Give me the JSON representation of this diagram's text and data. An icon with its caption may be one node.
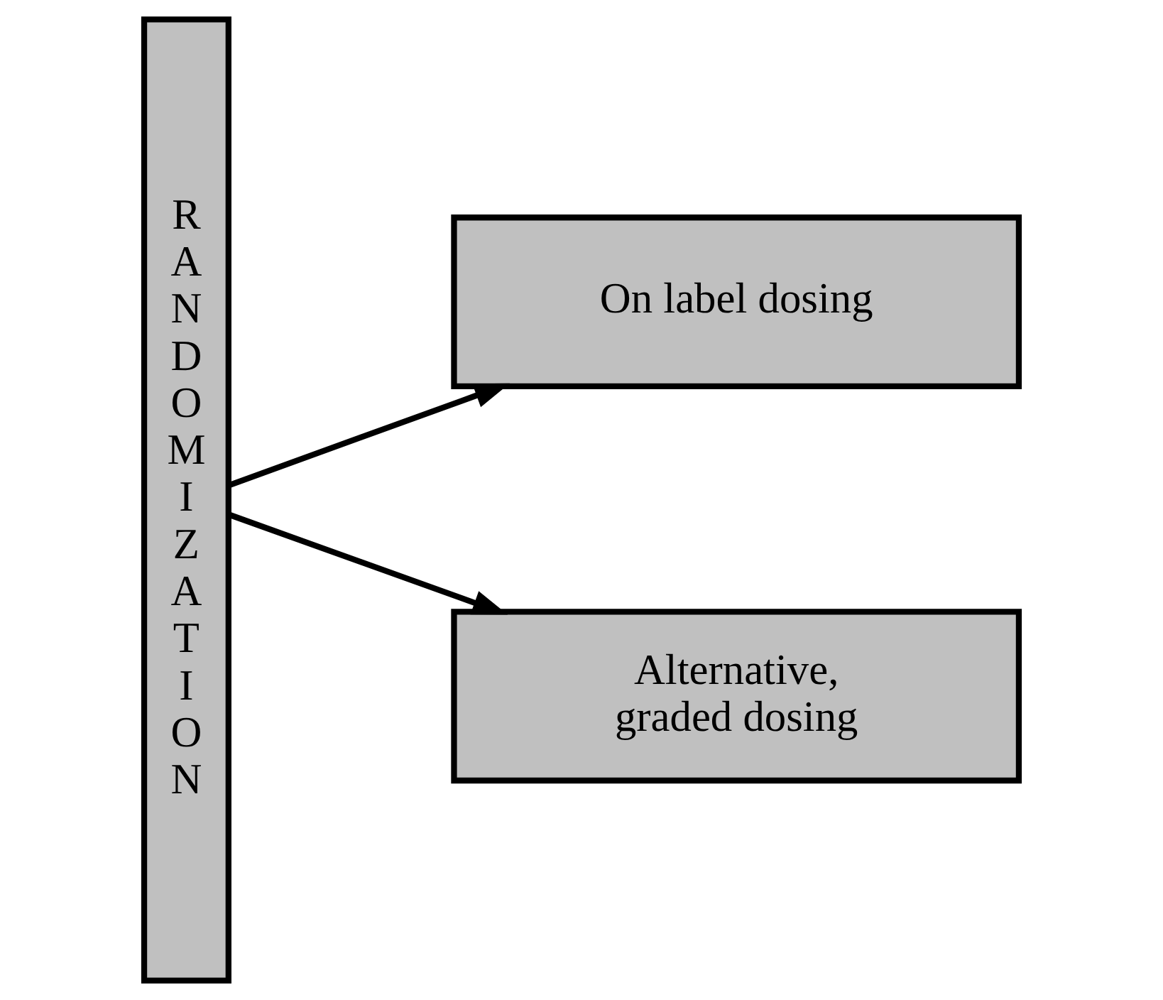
{
  "diagram": {
    "nodes": [
      {
        "text": [
          "RANDOMIZATION"
        ]
      },
      {
        "text": [
          "On label dosing"
        ]
      },
      {
        "text": [
          "Alternative, graded dosing"
        ]
      }
    ],
    "edges": [
      {
        "from": 0,
        "to": 1,
        "arrow": "to"
      },
      {
        "from": 0,
        "to": 2,
        "arrow": "to"
      }
    ]
  }
}
